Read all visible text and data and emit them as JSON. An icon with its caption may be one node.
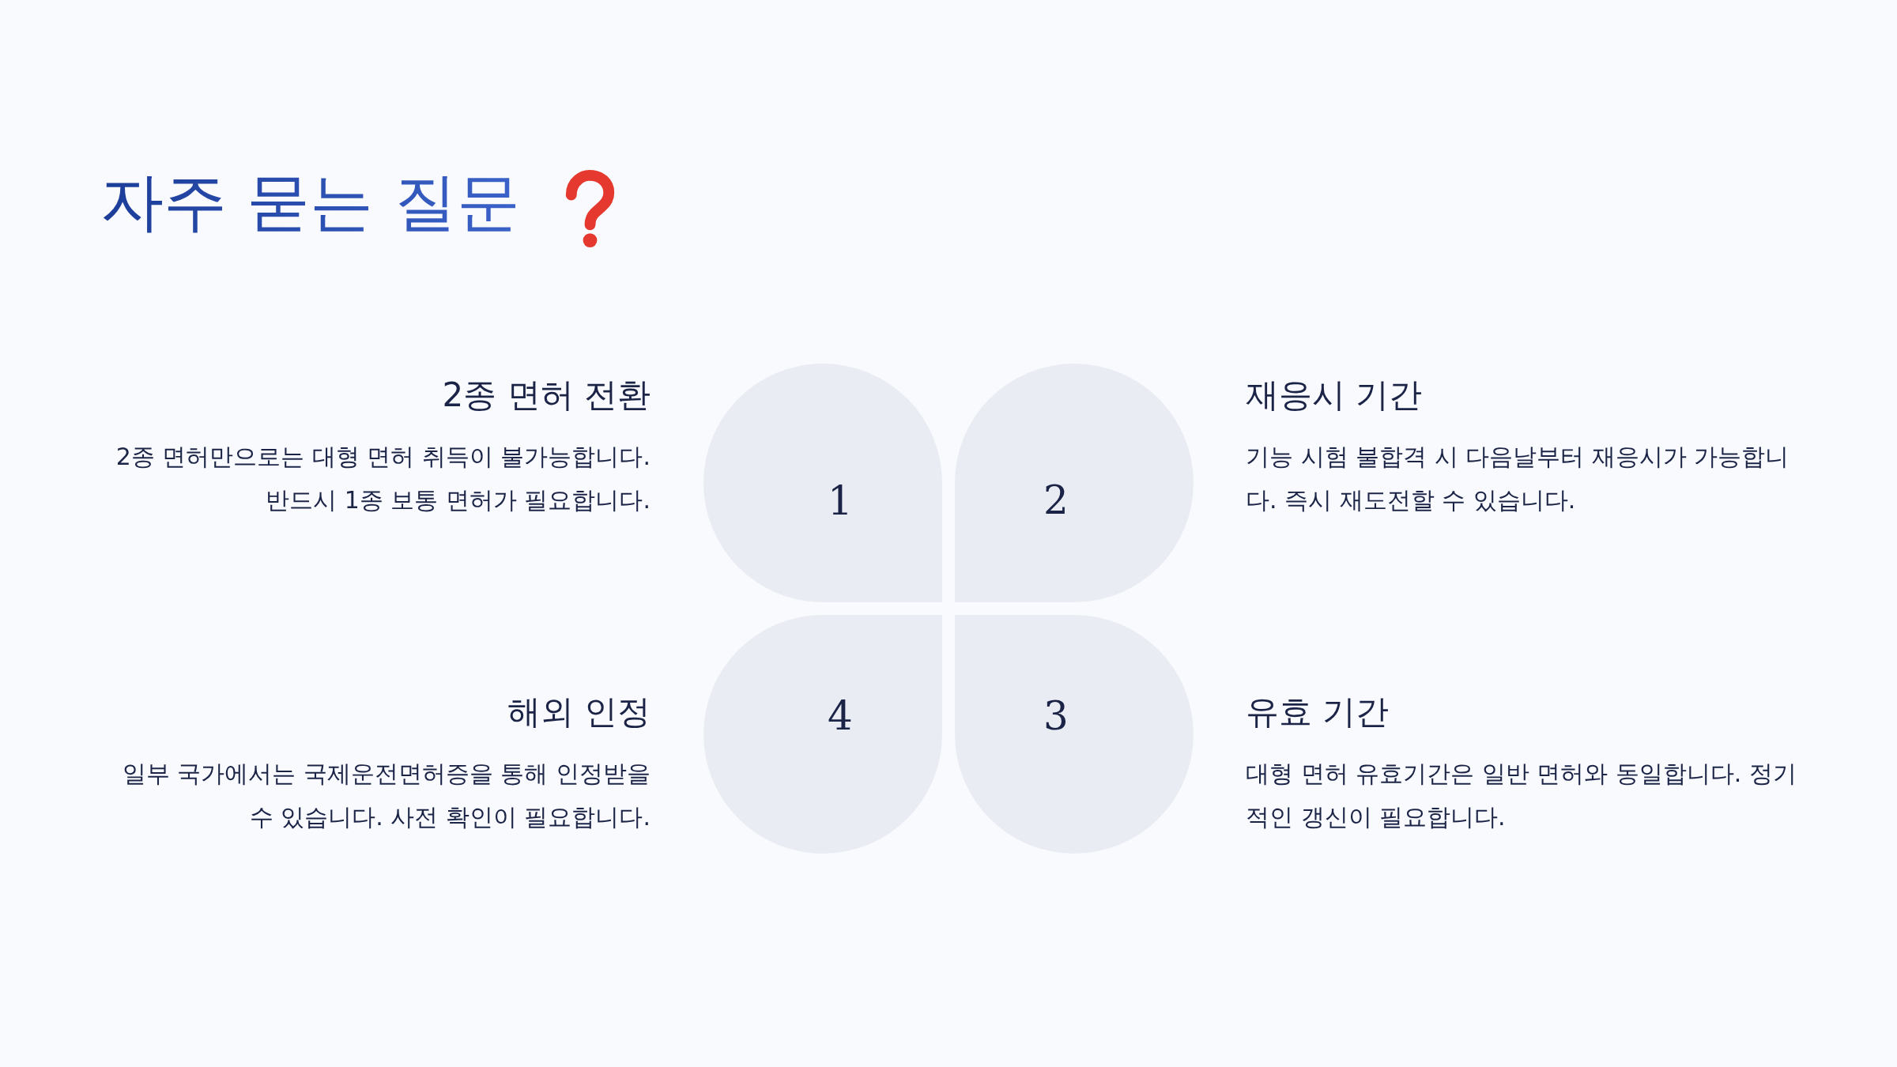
{
  "diagram": {
    "title": "자주 묻는 질문",
    "nodes": [
      {
        "text": [
          "1"
        ],
        "beside": [
          "2종 면허 전환",
          "2종 면허만으로는 대형 면허 취득이 불가능합니다. 반드시 1종 보통 면허가 필요합니다."
        ]
      },
      {
        "text": [
          "2"
        ],
        "beside": [
          "재응시 기간",
          "기능 시험 불합격 시 다음날부터 재응시가 가능합니다. 즉시 재도전할 수 있습니다."
        ]
      },
      {
        "text": [
          "3"
        ],
        "beside": [
          "유효 기간",
          "대형 면허 유효기간은 일반 면허와 동일합니다. 정기적인 갱신이 필요합니다."
        ]
      },
      {
        "text": [
          "4"
        ],
        "beside": [
          "해외 인정",
          "일부 국가에서는 국제운전면허증을 통해 인정받을 수 있습니다. 사전 확인이 필요합니다."
        ]
      }
    ]
  }
}
